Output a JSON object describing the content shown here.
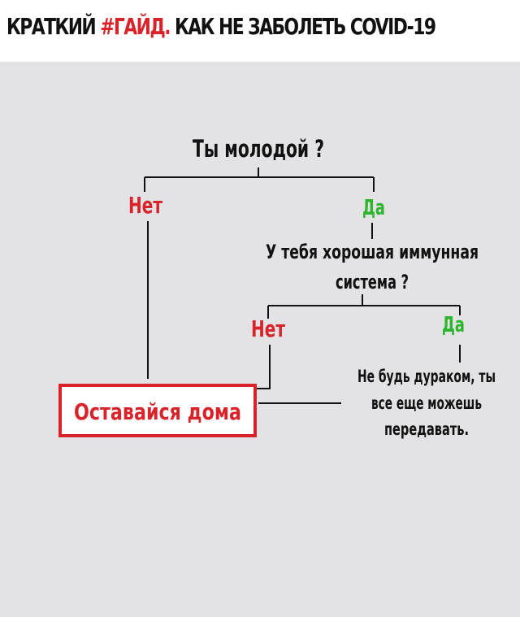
{
  "header": {
    "prefix": "КРАТКИЙ ",
    "hashtag": "#ГАЙД.",
    "rest": " КАК НЕ ЗАБОЛЕТЬ COVID-19"
  },
  "diagram": {
    "q1": "Ты молодой ?",
    "q1_no": "Нет",
    "q1_yes": "Да",
    "q2_line1": "У тебя хорошая иммунная",
    "q2_line2": "система ?",
    "q2_no": "Нет",
    "q2_yes": "Да",
    "advice_line1": "Не будь дураком, ты",
    "advice_line2": "все еще можешь",
    "advice_line3": "передавать.",
    "result": "Оставайся дома"
  },
  "colors": {
    "accent_red": "#d8232a",
    "yes_green": "#2db52d",
    "line": "#111111",
    "panel_bg": "#e3e3e5"
  }
}
